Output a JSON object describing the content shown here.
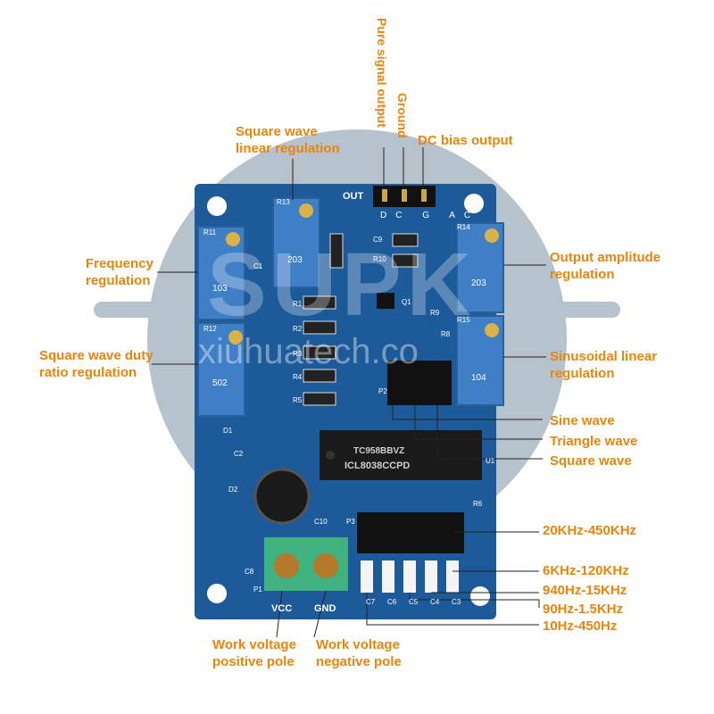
{
  "colors": {
    "accent": "#e8850c",
    "pcb": "#1c5a9a",
    "watermark_disc": "#b7c3cc"
  },
  "watermark": {
    "brand": "SUPK",
    "site": "xiuhuatech.co"
  },
  "board": {
    "silkscreen": {
      "out": "OUT",
      "pins": [
        "DC",
        "G",
        "AC"
      ],
      "chip": "ICL8038CCPD",
      "chip_code": "TC958BBVZ",
      "vcc": "VCC",
      "gnd": "GND",
      "designators": [
        "R11",
        "R12",
        "R13",
        "R14",
        "R15",
        "R1",
        "R2",
        "R3",
        "R4",
        "R5",
        "R6",
        "R8",
        "R9",
        "R10",
        "C1",
        "C2",
        "C3",
        "C4",
        "C5",
        "C6",
        "C7",
        "C8",
        "C9",
        "C10",
        "D1",
        "D2",
        "Q1",
        "U1",
        "P1",
        "P2",
        "P3"
      ],
      "pot_codes": [
        "103",
        "502",
        "203",
        "203",
        "104"
      ]
    }
  },
  "labels": {
    "pure_signal_output": "Pure signal output",
    "ground": "Ground",
    "dc_bias_output": "DC bias output",
    "square_linear": [
      "Square wave",
      "linear regulation"
    ],
    "frequency": [
      "Frequency",
      "regulation"
    ],
    "square_duty": [
      "Square wave duty",
      "ratio regulation"
    ],
    "output_amplitude": [
      "Output amplitude",
      "regulation"
    ],
    "sinusoidal_linear": [
      "Sinusoidal linear",
      "regulation"
    ],
    "sine_wave": "Sine wave",
    "triangle_wave": "Triangle wave",
    "square_wave": "Square wave",
    "range_1": "20KHz-450KHz",
    "range_2": "6KHz-120KHz",
    "range_3": "940Hz-15KHz",
    "range_4": "90Hz-1.5KHz",
    "range_5": "10Hz-450Hz",
    "work_positive": [
      "Work voltage",
      "positive pole"
    ],
    "work_negative": [
      "Work voltage",
      "negative pole"
    ]
  }
}
